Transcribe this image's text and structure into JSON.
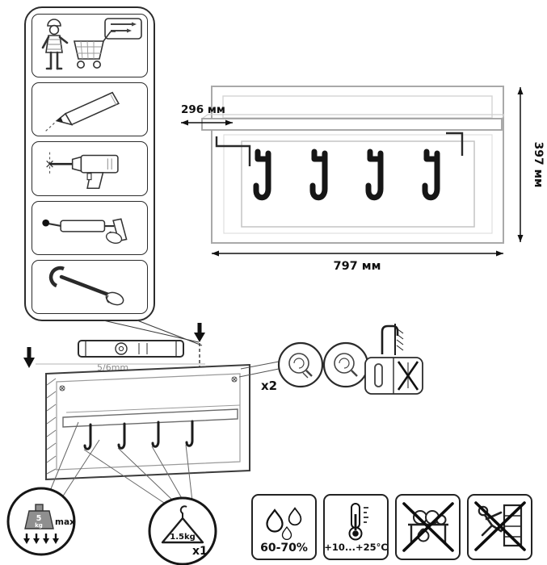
{
  "colors": {
    "ink": "#111111",
    "outline_gray": "#a9a9a9",
    "hook_black": "#161616",
    "weight_gray": "#8f8f8f"
  },
  "tools_panel": {
    "steps": [
      {
        "icon": "person-cart-icon"
      },
      {
        "icon": "pencil-icon"
      },
      {
        "icon": "drill-icon"
      },
      {
        "icon": "sealant-gun-icon"
      },
      {
        "icon": "wrench-icon"
      }
    ]
  },
  "product": {
    "hook_count": 4,
    "dimensions": {
      "depth": "296 мм",
      "height": "397 мм",
      "width": "797 мм"
    }
  },
  "installation": {
    "drill_size": "5/6mm",
    "wall_plugs_count": "x2"
  },
  "load_limits": {
    "total": {
      "value": "5",
      "unit": "kg",
      "qualifier": "max"
    },
    "per_hook": {
      "value": "1.5kg",
      "count": "x1"
    }
  },
  "environment": {
    "humidity": "60-70%",
    "temperature": "+10...+25°C"
  }
}
